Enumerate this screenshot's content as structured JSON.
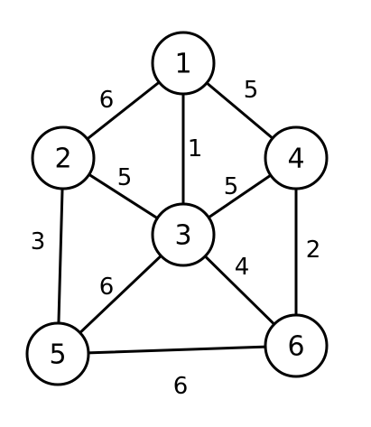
{
  "graph": {
    "nodes": [
      {
        "id": "1",
        "label": "1"
      },
      {
        "id": "2",
        "label": "2"
      },
      {
        "id": "3",
        "label": "3"
      },
      {
        "id": "4",
        "label": "4"
      },
      {
        "id": "5",
        "label": "5"
      },
      {
        "id": "6",
        "label": "6"
      }
    ],
    "edges": [
      {
        "from": "1",
        "to": "2",
        "weight": "6"
      },
      {
        "from": "1",
        "to": "3",
        "weight": "1"
      },
      {
        "from": "1",
        "to": "4",
        "weight": "5"
      },
      {
        "from": "2",
        "to": "3",
        "weight": "5"
      },
      {
        "from": "2",
        "to": "5",
        "weight": "3"
      },
      {
        "from": "3",
        "to": "4",
        "weight": "5"
      },
      {
        "from": "3",
        "to": "5",
        "weight": "6"
      },
      {
        "from": "3",
        "to": "6",
        "weight": "4"
      },
      {
        "from": "4",
        "to": "6",
        "weight": "2"
      },
      {
        "from": "5",
        "to": "6",
        "weight": "6"
      }
    ]
  }
}
